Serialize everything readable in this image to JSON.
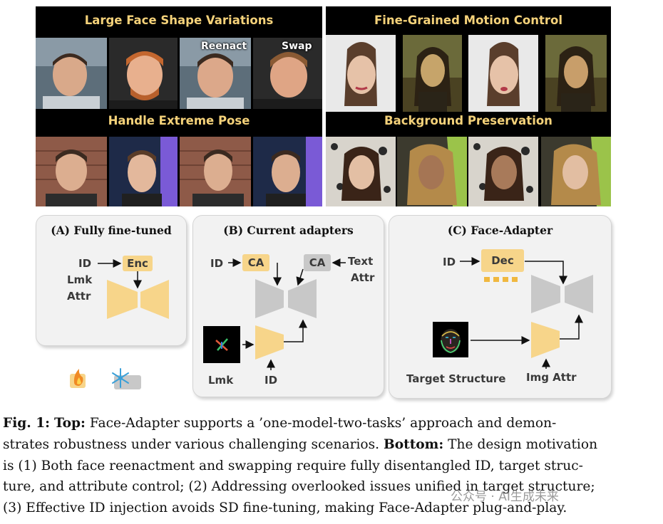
{
  "top_left": {
    "title_1": "Large Face Shape Variations",
    "tag_reenact": "Reenact",
    "tag_swap": "Swap",
    "title_2": "Handle Extreme Pose"
  },
  "top_right": {
    "title_1": "Fine-Grained Motion Control",
    "title_2": "Background Preservation"
  },
  "card_a": {
    "title": "(A) Fully fine-tuned",
    "id": "ID",
    "lmk": "Lmk",
    "attr": "Attr",
    "enc": "Enc"
  },
  "card_b": {
    "title": "(B) Current adapters",
    "id": "ID",
    "ca_left": "CA",
    "ca_right": "CA",
    "text": "Text",
    "attr": "Attr",
    "lmk": "Lmk",
    "id_bottom": "ID"
  },
  "card_c": {
    "title": "(C) Face-Adapter",
    "id": "ID",
    "dec": "Dec",
    "target_structure": "Target Structure",
    "img_attr": "Img Attr"
  },
  "caption": {
    "fig_label": "Fig. 1:",
    "top_label": "Top:",
    "line1_rest": "Face-Adapter supports a ’one-model-two-tasks’ approach and demon-",
    "line2_start": "strates robustness under various challenging scenarios.",
    "bottom_label": "Bottom:",
    "line2_end": "The design motivation",
    "line3": "is (1) Both face reenactment and swapping require fully disentangled ID, target struc-",
    "line4": "ture, and attribute control; (2) Addressing overlooked issues unified in target structure;",
    "line5": "(3) Effective ID injection avoids SD fine-tuning, making Face-Adapter plug-and-play."
  },
  "watermark": "公众号 · AI生成未来",
  "colors": {
    "gold": "#f7d58a",
    "gray": "#c8c8c8",
    "panel_text": "#f5d27a",
    "card_bg": "#f2f2f2"
  }
}
